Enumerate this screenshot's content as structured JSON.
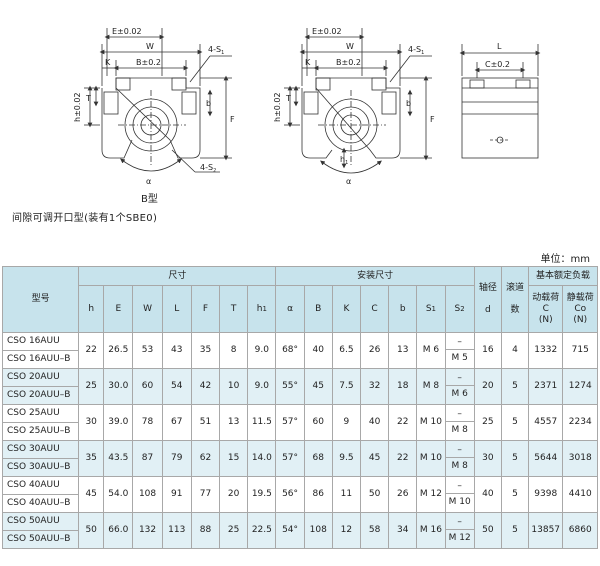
{
  "drawing": {
    "fig1": {
      "E": "E±0.02",
      "W": "W",
      "S1": "4-S",
      "S1_sub": "1",
      "K": "K",
      "B": "B±0.2",
      "T": "T",
      "h": "h±0.02",
      "b": "b",
      "F": "F",
      "alpha": "α",
      "S2": "4-S",
      "S2_sub": "2"
    },
    "fig2": {
      "E": "E±0.02",
      "W": "W",
      "S1": "4-S",
      "S1_sub": "1",
      "K": "K",
      "B": "B±0.2",
      "T": "T",
      "h": "h±0.02",
      "b": "b",
      "F": "F",
      "alpha": "α",
      "h1": "h",
      "h1_sub": "1"
    },
    "fig3": {
      "L": "L",
      "C": "C±0.2"
    },
    "type_label": "B型",
    "note": "间隙可调开口型(装有1个SBE0)"
  },
  "unit": "单位：mm",
  "header": {
    "model": "型号",
    "dims": "尺寸",
    "mount": "安装尺寸",
    "shaft": "轴径",
    "shaft_d": "d",
    "balls": "滚道",
    "balls2": "数",
    "load": "基本额定负载",
    "dyn": "动载荷",
    "dyn_sym": "C",
    "dyn_unit": "(N)",
    "stat": "静载荷",
    "stat_sym": "Co",
    "stat_unit": "(N)",
    "cols": [
      "h",
      "E",
      "W",
      "L",
      "F",
      "T",
      "h",
      "α",
      "B",
      "K",
      "C",
      "b",
      "S",
      "S"
    ],
    "col_subs": [
      "",
      "",
      "",
      "",
      "",
      "",
      "1",
      "",
      "",
      "",
      "",
      "",
      "1",
      "2"
    ]
  },
  "rows": [
    {
      "m1": "CSO 16AUU",
      "m2": "CSO 16AUU–B",
      "h": "22",
      "E": "26.5",
      "W": "53",
      "L": "43",
      "F": "35",
      "T": "8",
      "h1": "9.0",
      "alpha": "68°",
      "B": "40",
      "K": "6.5",
      "C": "26",
      "b": "13",
      "S1": "M 6",
      "S2a": "–",
      "S2b": "M 5",
      "d": "16",
      "n": "4",
      "Cd": "1332",
      "Co": "715"
    },
    {
      "m1": "CSO 20AUU",
      "m2": "CSO 20AUU–B",
      "h": "25",
      "E": "30.0",
      "W": "60",
      "L": "54",
      "F": "42",
      "T": "10",
      "h1": "9.0",
      "alpha": "55°",
      "B": "45",
      "K": "7.5",
      "C": "32",
      "b": "18",
      "S1": "M 8",
      "S2a": "–",
      "S2b": "M 6",
      "d": "20",
      "n": "5",
      "Cd": "2371",
      "Co": "1274"
    },
    {
      "m1": "CSO 25AUU",
      "m2": "CSO 25AUU–B",
      "h": "30",
      "E": "39.0",
      "W": "78",
      "L": "67",
      "F": "51",
      "T": "13",
      "h1": "11.5",
      "alpha": "57°",
      "B": "60",
      "K": "9",
      "C": "40",
      "b": "22",
      "S1": "M 10",
      "S2a": "–",
      "S2b": "M 8",
      "d": "25",
      "n": "5",
      "Cd": "4557",
      "Co": "2234"
    },
    {
      "m1": "CSO 30AUU",
      "m2": "CSO 30AUU–B",
      "h": "35",
      "E": "43.5",
      "W": "87",
      "L": "79",
      "F": "62",
      "T": "15",
      "h1": "14.0",
      "alpha": "57°",
      "B": "68",
      "K": "9.5",
      "C": "45",
      "b": "22",
      "S1": "M 10",
      "S2a": "–",
      "S2b": "M 8",
      "d": "30",
      "n": "5",
      "Cd": "5644",
      "Co": "3018"
    },
    {
      "m1": "CSO 40AUU",
      "m2": "CSO 40AUU–B",
      "h": "45",
      "E": "54.0",
      "W": "108",
      "L": "91",
      "F": "77",
      "T": "20",
      "h1": "19.5",
      "alpha": "56°",
      "B": "86",
      "K": "11",
      "C": "50",
      "b": "26",
      "S1": "M 12",
      "S2a": "–",
      "S2b": "M 10",
      "d": "40",
      "n": "5",
      "Cd": "9398",
      "Co": "4410"
    },
    {
      "m1": "CSO 50AUU",
      "m2": "CSO 50AUU–B",
      "h": "50",
      "E": "66.0",
      "W": "132",
      "L": "113",
      "F": "88",
      "T": "25",
      "h1": "22.5",
      "alpha": "54°",
      "B": "108",
      "K": "12",
      "C": "58",
      "b": "34",
      "S1": "M 16",
      "S2a": "–",
      "S2b": "M 12",
      "d": "50",
      "n": "5",
      "Cd": "13857",
      "Co": "6860"
    }
  ]
}
